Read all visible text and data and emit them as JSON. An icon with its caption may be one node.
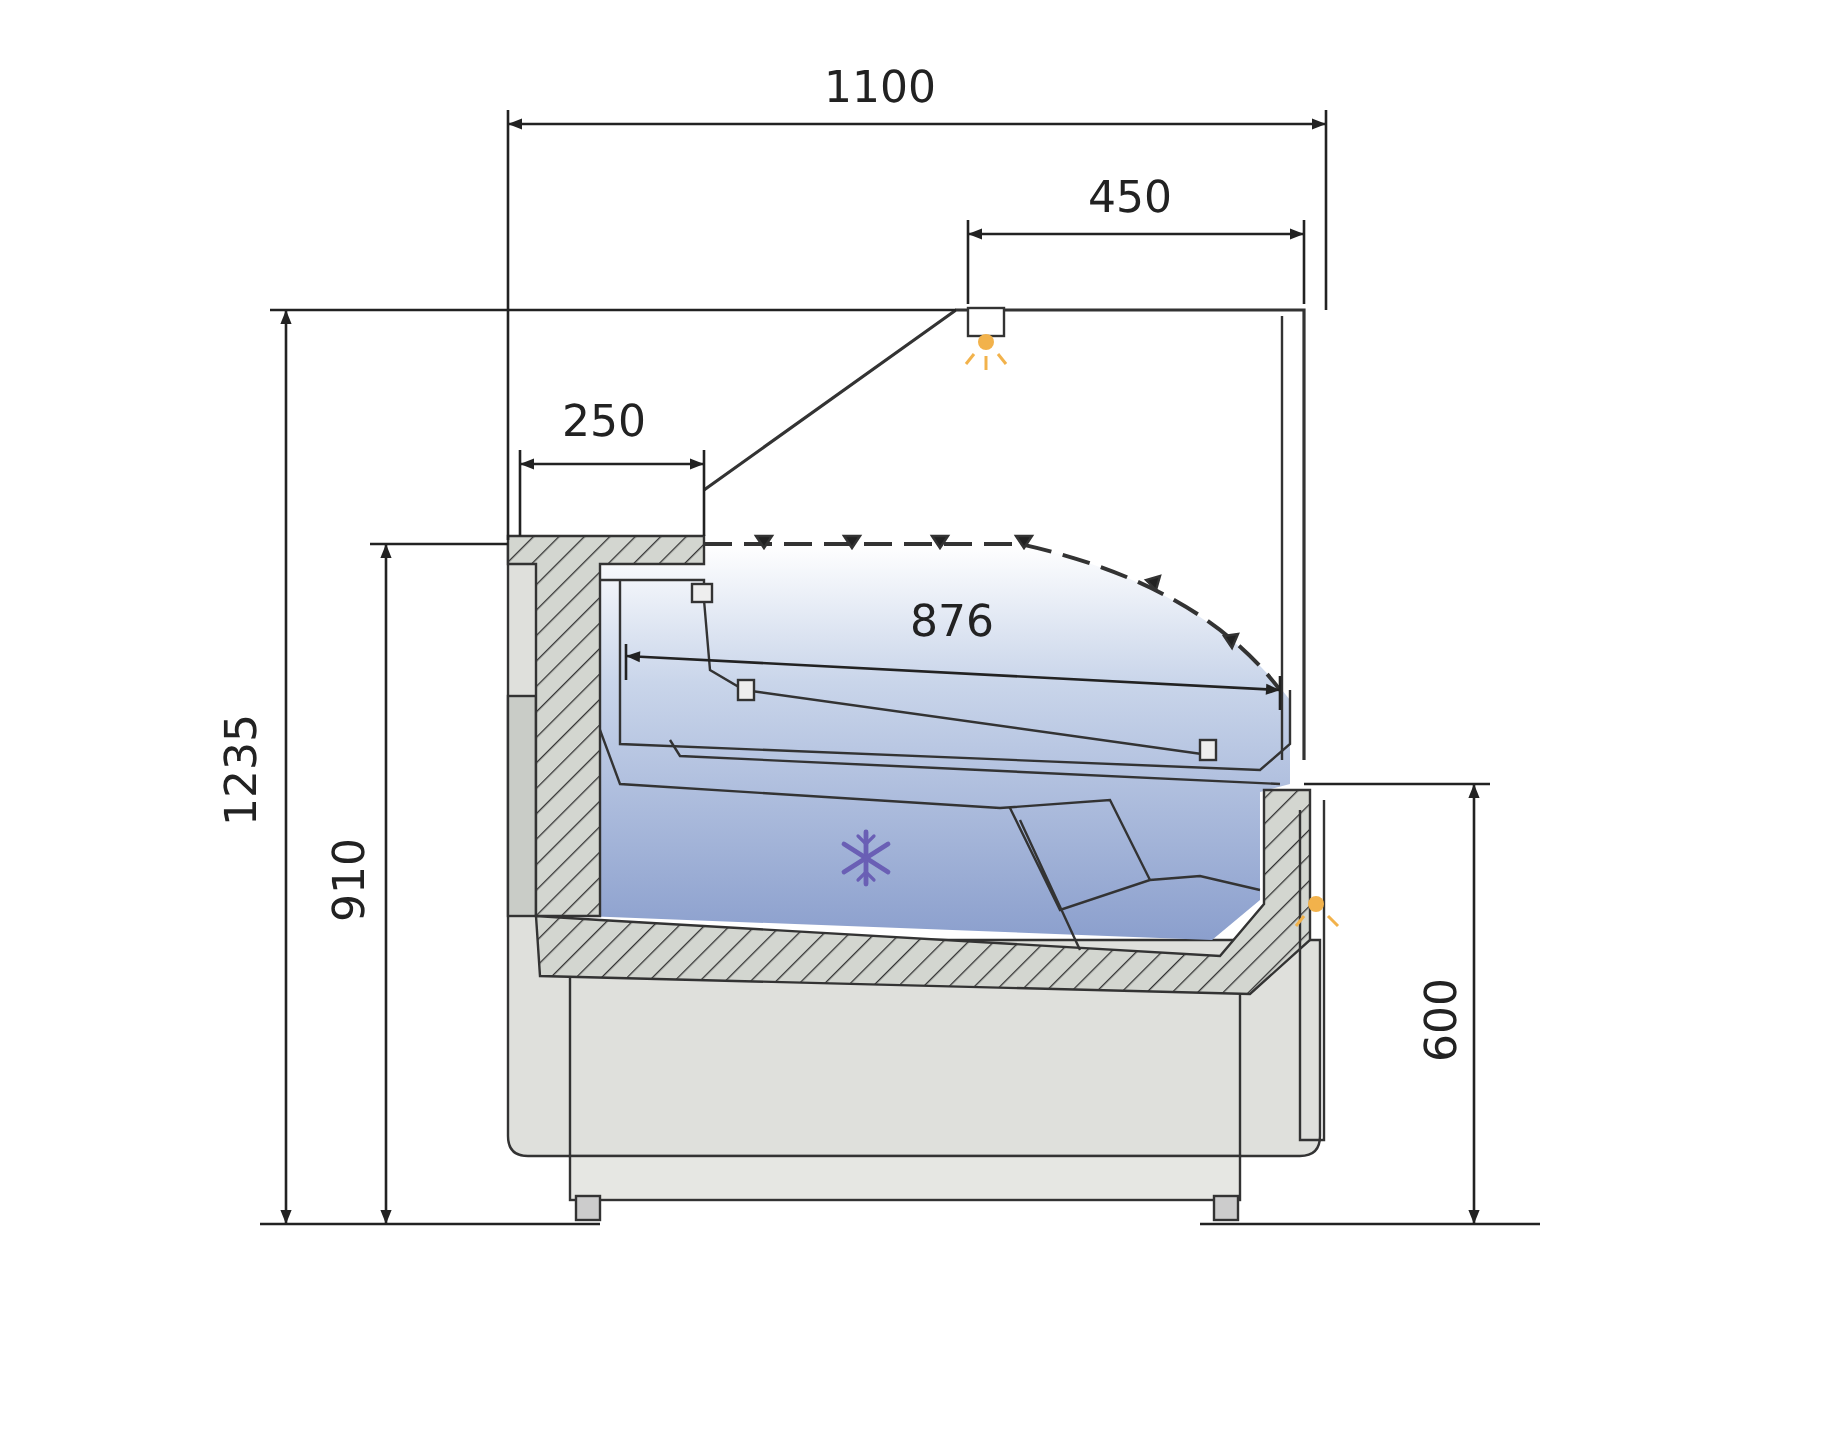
{
  "diagram": {
    "labels": [
      "1100",
      "450",
      "250",
      "876",
      "1235",
      "910",
      "600"
    ]
  }
}
